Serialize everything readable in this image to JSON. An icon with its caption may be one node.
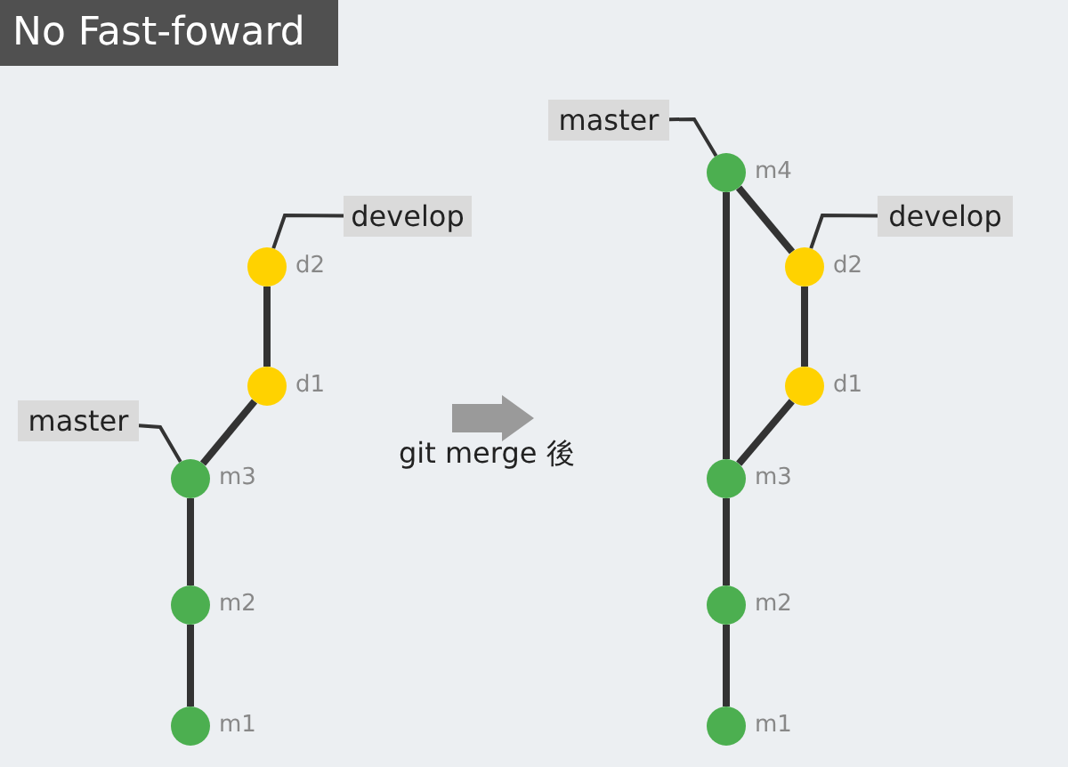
{
  "diagram": {
    "title": "No Fast-foward",
    "nodes": [
      {
        "text": [
          "develop"
        ]
      },
      {
        "text": [],
        "shape": "circle",
        "beside": [
          "d2"
        ]
      },
      {
        "text": [],
        "shape": "circle",
        "beside": [
          "d1"
        ]
      },
      {
        "text": [
          "master"
        ]
      },
      {
        "text": [],
        "shape": "circle",
        "beside": [
          "m3"
        ]
      },
      {
        "text": [],
        "shape": "circle",
        "beside": [
          "m2"
        ]
      },
      {
        "text": [],
        "shape": "circle",
        "beside": [
          "m1"
        ]
      },
      {
        "text": [
          "master"
        ]
      },
      {
        "text": [],
        "shape": "circle",
        "beside": [
          "m4"
        ]
      },
      {
        "text": [
          "develop"
        ]
      },
      {
        "text": [],
        "shape": "circle",
        "beside": [
          "d2"
        ]
      },
      {
        "text": [],
        "shape": "circle",
        "beside": [
          "d1"
        ]
      },
      {
        "text": [],
        "shape": "circle",
        "beside": [
          "m3"
        ]
      },
      {
        "text": [],
        "shape": "circle",
        "beside": [
          "m2"
        ]
      },
      {
        "text": [],
        "shape": "circle",
        "beside": [
          "m1"
        ]
      }
    ],
    "edges": [
      {
        "from": 0,
        "to": 1,
        "arrow": "none"
      },
      {
        "from": 1,
        "to": 2,
        "arrow": "none"
      },
      {
        "from": 2,
        "to": 4,
        "arrow": "none"
      },
      {
        "from": 3,
        "to": 4,
        "arrow": "none"
      },
      {
        "from": 4,
        "to": 5,
        "arrow": "none"
      },
      {
        "from": 5,
        "to": 6,
        "arrow": "none"
      },
      {
        "from": 7,
        "to": 8,
        "arrow": "none"
      },
      {
        "from": 8,
        "to": 12,
        "arrow": "none"
      },
      {
        "from": 8,
        "to": 10,
        "arrow": "none"
      },
      {
        "from": 9,
        "to": 10,
        "arrow": "none"
      },
      {
        "from": 10,
        "to": 11,
        "arrow": "none"
      },
      {
        "from": 11,
        "to": 12,
        "arrow": "none"
      },
      {
        "from": 12,
        "to": 13,
        "arrow": "none"
      },
      {
        "from": 13,
        "to": 14,
        "arrow": "none"
      }
    ],
    "labels": [
      "git merge 後"
    ]
  }
}
